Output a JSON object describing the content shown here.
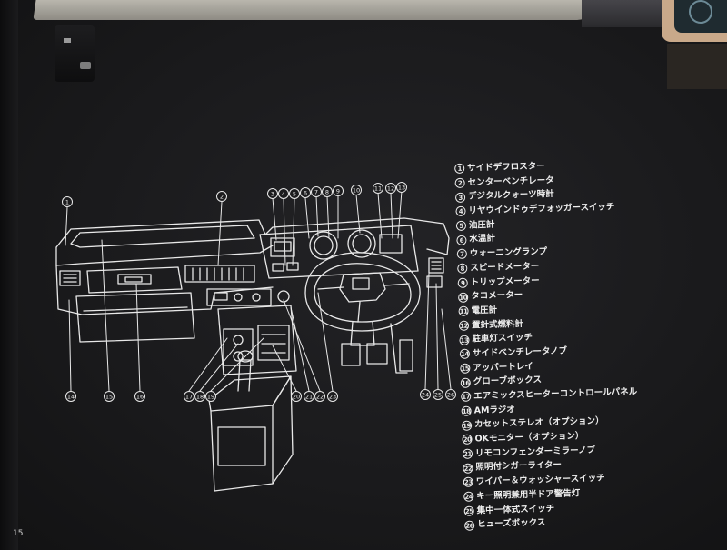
{
  "page_number": "15",
  "legend": [
    {
      "num": "1",
      "text": "サイドデフロスター"
    },
    {
      "num": "2",
      "text": "センターベンチレータ"
    },
    {
      "num": "3",
      "text": "デジタルクォーツ時計"
    },
    {
      "num": "4",
      "text": "リヤウインドゥデフォッガースイッチ"
    },
    {
      "num": "5",
      "text": "油圧計"
    },
    {
      "num": "6",
      "text": "水温計"
    },
    {
      "num": "7",
      "text": "ウォーニングランプ"
    },
    {
      "num": "8",
      "text": "スピードメーター"
    },
    {
      "num": "9",
      "text": "トリップメーター"
    },
    {
      "num": "10",
      "text": "タコメーター"
    },
    {
      "num": "11",
      "text": "電圧計"
    },
    {
      "num": "12",
      "text": "置針式燃料計"
    },
    {
      "num": "13",
      "text": "駐車灯スイッチ"
    },
    {
      "num": "14",
      "text": "サイドベンチレータノブ"
    },
    {
      "num": "15",
      "text": "アッパートレイ"
    },
    {
      "num": "16",
      "text": "グローブボックス"
    },
    {
      "num": "17",
      "text": "エアミックスヒーターコントロールパネル"
    },
    {
      "num": "18",
      "text": "AMラジオ"
    },
    {
      "num": "19",
      "text": "カセットステレオ（オプション）"
    },
    {
      "num": "20",
      "text": "OKモニター（オプション）"
    },
    {
      "num": "21",
      "text": "リモコンフェンダーミラーノブ"
    },
    {
      "num": "22",
      "text": "照明付シガーライター"
    },
    {
      "num": "23",
      "text": "ワイパー＆ウォッシャースイッチ"
    },
    {
      "num": "24",
      "text": "キー照明兼用半ドア警告灯"
    },
    {
      "num": "25",
      "text": "集中一体式スイッチ"
    },
    {
      "num": "26",
      "text": "ヒューズボックス"
    }
  ],
  "callouts": [
    "1",
    "2",
    "3",
    "4",
    "5",
    "6",
    "7",
    "8",
    "9",
    "10",
    "11",
    "12",
    "13",
    "14",
    "15",
    "16",
    "17",
    "18",
    "19",
    "20",
    "21",
    "22",
    "23",
    "24",
    "25",
    "26"
  ],
  "colors": {
    "background": "#1a1a1c",
    "line_art": "#e8e8e8",
    "text": "#eeeeee"
  }
}
